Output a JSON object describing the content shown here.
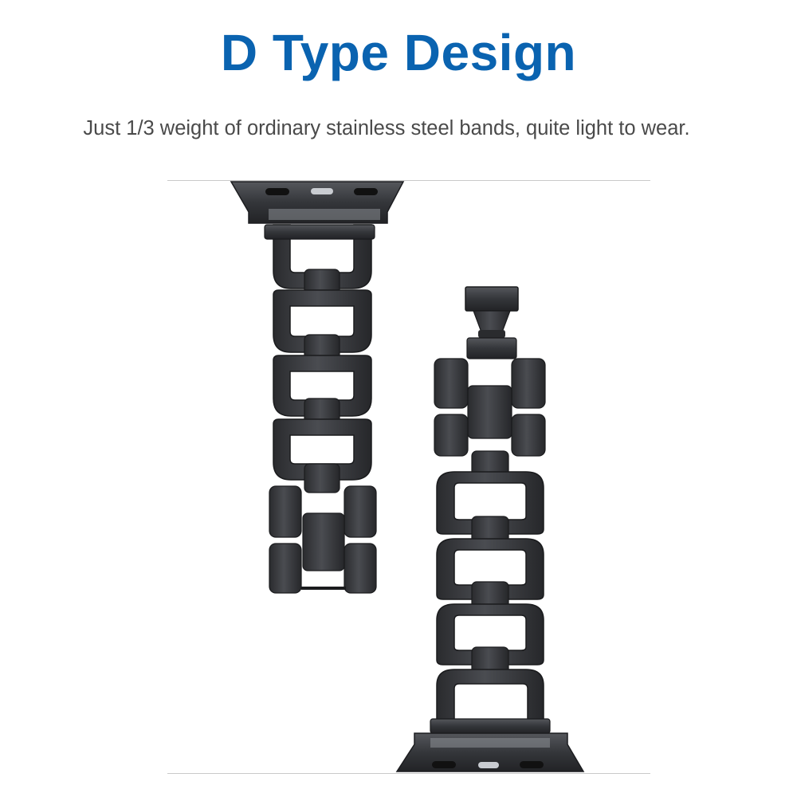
{
  "header": {
    "title": "D Type Design",
    "subtitle": "Just 1/3 weight of ordinary stainless steel bands, quite light to wear."
  },
  "colors": {
    "title": "#0a63b0",
    "subtitle": "#4a4a4a",
    "metal_dark": "#2b2c2f",
    "metal_mid": "#45474b",
    "metal_light": "#6a6d72",
    "divider": "#c9c9c9"
  },
  "product": {
    "left_band_name": "band-segment-left",
    "right_band_name": "band-segment-right"
  }
}
